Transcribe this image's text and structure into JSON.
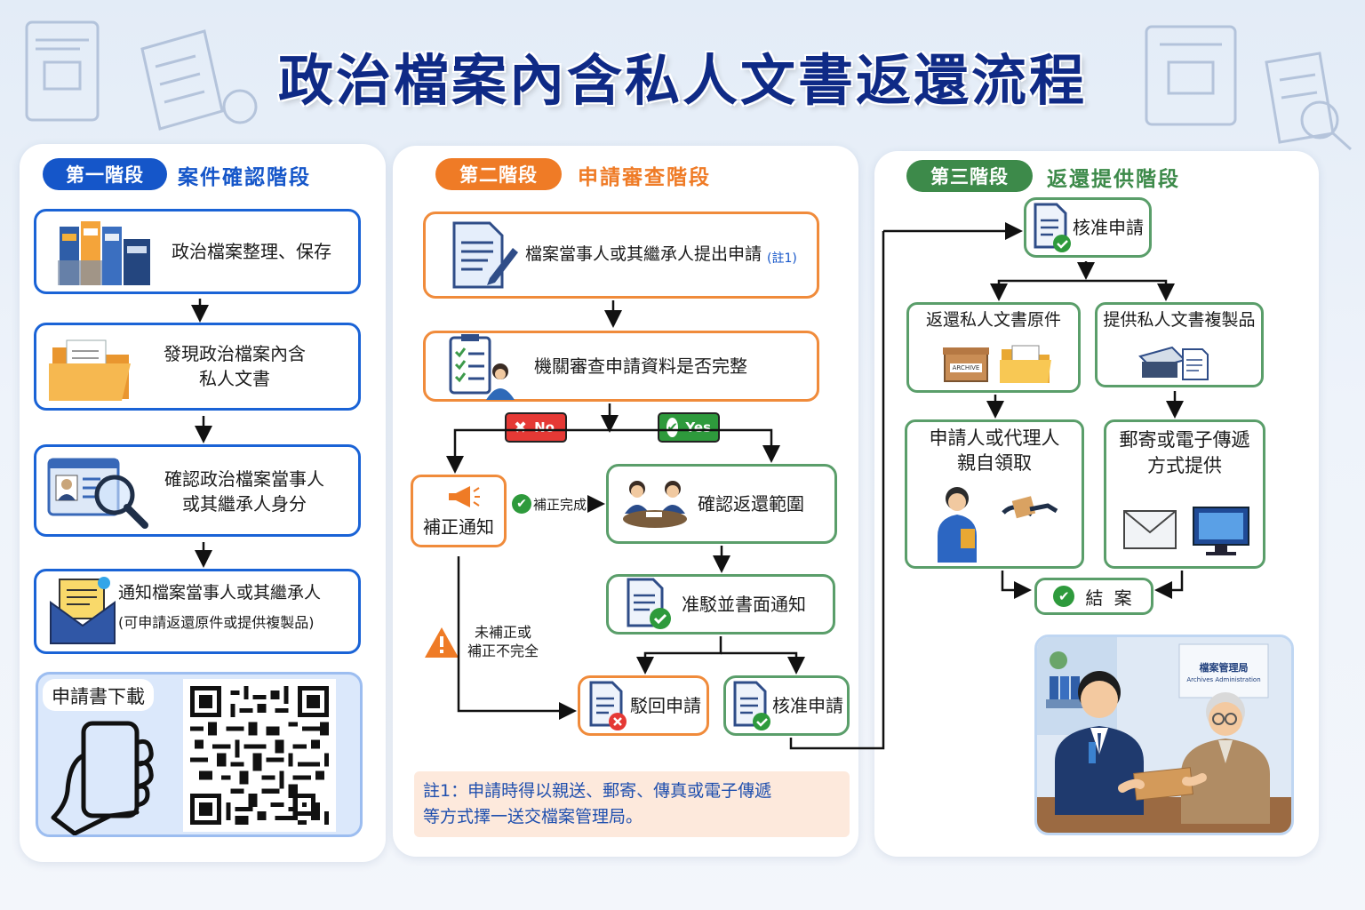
{
  "title": "政治檔案內含私人文書返還流程",
  "stage1": {
    "tag": "第一階段",
    "name": "案件確認階段",
    "steps": [
      "政治檔案整理、保存",
      "發現政治檔案內含\n私人文書",
      "確認政治檔案當事人\n或其繼承人身分",
      "通知檔案當事人或其繼承人",
      "(可申請返還原件或提供複製品)"
    ],
    "download_label": "申請書下載"
  },
  "stage2": {
    "tag": "第二階段",
    "name": "申請審查階段",
    "apply": "檔案當事人或其繼承人提出申請",
    "apply_note": "(註1)",
    "review": "機關審查申請資料是否完整",
    "no": "No",
    "yes": "Yes",
    "correction": "補正通知",
    "correction_done": "補正完成",
    "not_corrected": "未補正或\n補正不完全",
    "confirm_scope": "確認返還範圍",
    "approve_reject_notice": "准駁並書面通知",
    "reject": "駁回申請",
    "approve": "核准申請",
    "note": "註1：申請時得以親送、郵寄、傳真或電子傳遞\n等方式擇一送交檔案管理局。"
  },
  "stage3": {
    "tag": "第三階段",
    "name": "返還提供階段",
    "approve": "核准申請",
    "return_original": "返還私人文書原件",
    "provide_copy": "提供私人文書複製品",
    "archive_label": "ARCHIVE",
    "pickup": "申請人或代理人\n親自領取",
    "mail": "郵寄或電子傳遞\n方式提供",
    "close": "結 案",
    "sign_cn": "檔案管理局",
    "sign_en": "Archives Administration"
  },
  "colors": {
    "stage1": "#1556c9",
    "stage2": "#ef7b26",
    "stage3": "#3d8a4a",
    "title": "#0f2a86"
  }
}
